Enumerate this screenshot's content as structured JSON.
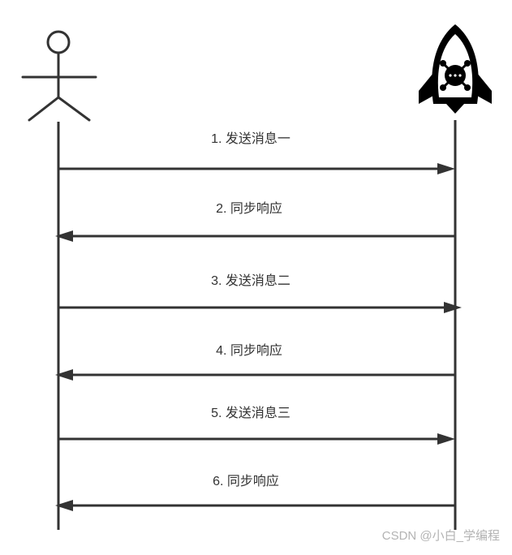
{
  "participants": [
    {
      "role": "actor",
      "icon": "stick-figure-icon"
    },
    {
      "role": "service",
      "icon": "rocket-icon"
    }
  ],
  "messages": [
    {
      "label": "1. 发送消息一",
      "direction": "right"
    },
    {
      "label": "2. 同步响应",
      "direction": "left"
    },
    {
      "label": "3. 发送消息二",
      "direction": "right"
    },
    {
      "label": "4. 同步响应",
      "direction": "left"
    },
    {
      "label": "5. 发送消息三",
      "direction": "right"
    },
    {
      "label": "6. 同步响应",
      "direction": "left"
    }
  ],
  "watermark": "CSDN @小白_学编程",
  "colors": {
    "line": "#333333",
    "text": "#333333",
    "watermark": "#b3b3b3",
    "rocket": "#000000"
  }
}
